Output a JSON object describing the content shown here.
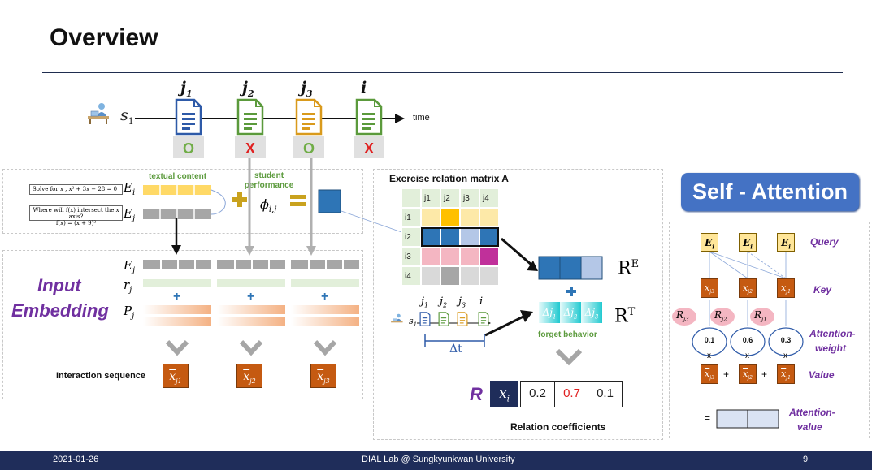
{
  "slide": {
    "title": "Overview",
    "footer_date": "2021-01-26",
    "footer_center": "DIAL Lab @ Sungkyunkwan University",
    "page_number": "9"
  },
  "timeline": {
    "student": "s",
    "student_sub": "1",
    "time_label": "time",
    "nodes": [
      {
        "label": "j",
        "sub": "1",
        "color": "#2e5aa8",
        "result": "O",
        "result_color": "#70ad47"
      },
      {
        "label": "j",
        "sub": "2",
        "color": "#5b9a3c",
        "result": "X",
        "result_color": "#e02020"
      },
      {
        "label": "j",
        "sub": "3",
        "color": "#d99a1c",
        "result": "O",
        "result_color": "#70ad47"
      },
      {
        "label": "i",
        "sub": "",
        "color": "#5b9a3c",
        "result": "X",
        "result_color": "#e02020"
      }
    ]
  },
  "left_panel": {
    "question1": "Solve for x , x² + 3x − 28 = 0",
    "question2_line1": "Where will f(x) intersect the x axis?",
    "question2_line2": "f(x) = (x + 9)²",
    "e_i": "E",
    "e_i_sub": "i",
    "e_j": "E",
    "e_j_sub": "j",
    "textual_content": "textual content",
    "student_performance": "student performance",
    "phi": "ϕ",
    "phi_sub": "i,j",
    "rows": [
      {
        "sym": "E",
        "sub": "j"
      },
      {
        "sym": "r",
        "sub": "j"
      },
      {
        "sym": "P",
        "sub": "j"
      }
    ],
    "input_embedding_line1": "Input",
    "input_embedding_line2": "Embedding",
    "interaction_sequence": "Interaction sequence",
    "x_tokens": [
      "x",
      "x",
      "x"
    ],
    "x_token_subs": [
      "j1",
      "j2",
      "j3"
    ]
  },
  "middle_panel": {
    "matrix_title": "Exercise relation matrix A",
    "col_headers": [
      "j1",
      "j2",
      "j3",
      "j4"
    ],
    "row_headers": [
      "i1",
      "i2",
      "i3",
      "i4"
    ],
    "row_colors": [
      [
        "#fde9a8",
        "#ffc000",
        "#fde9a8",
        "#fde9a8"
      ],
      [
        "#2e75b6",
        "#2e75b6",
        "#b4c7e7",
        "#2e75b6"
      ],
      [
        "#f4b6c2",
        "#f4b6c2",
        "#f4b6c2",
        "#c0309a"
      ],
      [
        "#d9d9d9",
        "#a6a6a6",
        "#d9d9d9",
        "#d9d9d9"
      ]
    ],
    "re_label": "R",
    "re_sup": "E",
    "rt_label": "R",
    "rt_sup": "T",
    "seq_labels": [
      "j",
      "j",
      "j",
      "i"
    ],
    "seq_subs": [
      "1",
      "2",
      "3",
      ""
    ],
    "s_label": "s",
    "s_sub": "1",
    "delta_t": "Δt",
    "delta_cells": [
      "Δj",
      "Δj",
      "Δj"
    ],
    "delta_subs": [
      "1",
      "2",
      "3"
    ],
    "forget_behavior": "forget behavior",
    "r_label": "R",
    "x_i": "x",
    "x_i_sub": "i",
    "coefficients": [
      {
        "value": "0.2",
        "color": "#222222"
      },
      {
        "value": "0.7",
        "color": "#e02020"
      },
      {
        "value": "0.1",
        "color": "#222222"
      }
    ],
    "relation_coefficients": "Relation coefficients"
  },
  "right_panel": {
    "self_attention": "Self - Attention",
    "query_label": "Query",
    "key_label": "Key",
    "attention_weight_line1": "Attention-",
    "attention_weight_line2": "weight",
    "value_label": "Value",
    "attention_value_line1": "Attention-",
    "attention_value_line2": "value",
    "query_tokens": [
      "E",
      "E",
      "E"
    ],
    "query_sub": "i",
    "key_subs": [
      "j3",
      "j2",
      "j1"
    ],
    "r_subs": [
      "j3",
      "j2",
      "j1"
    ],
    "weights": [
      "0.1",
      "0.6",
      "0.3"
    ],
    "times": "x",
    "plus": "+",
    "equals": "="
  }
}
